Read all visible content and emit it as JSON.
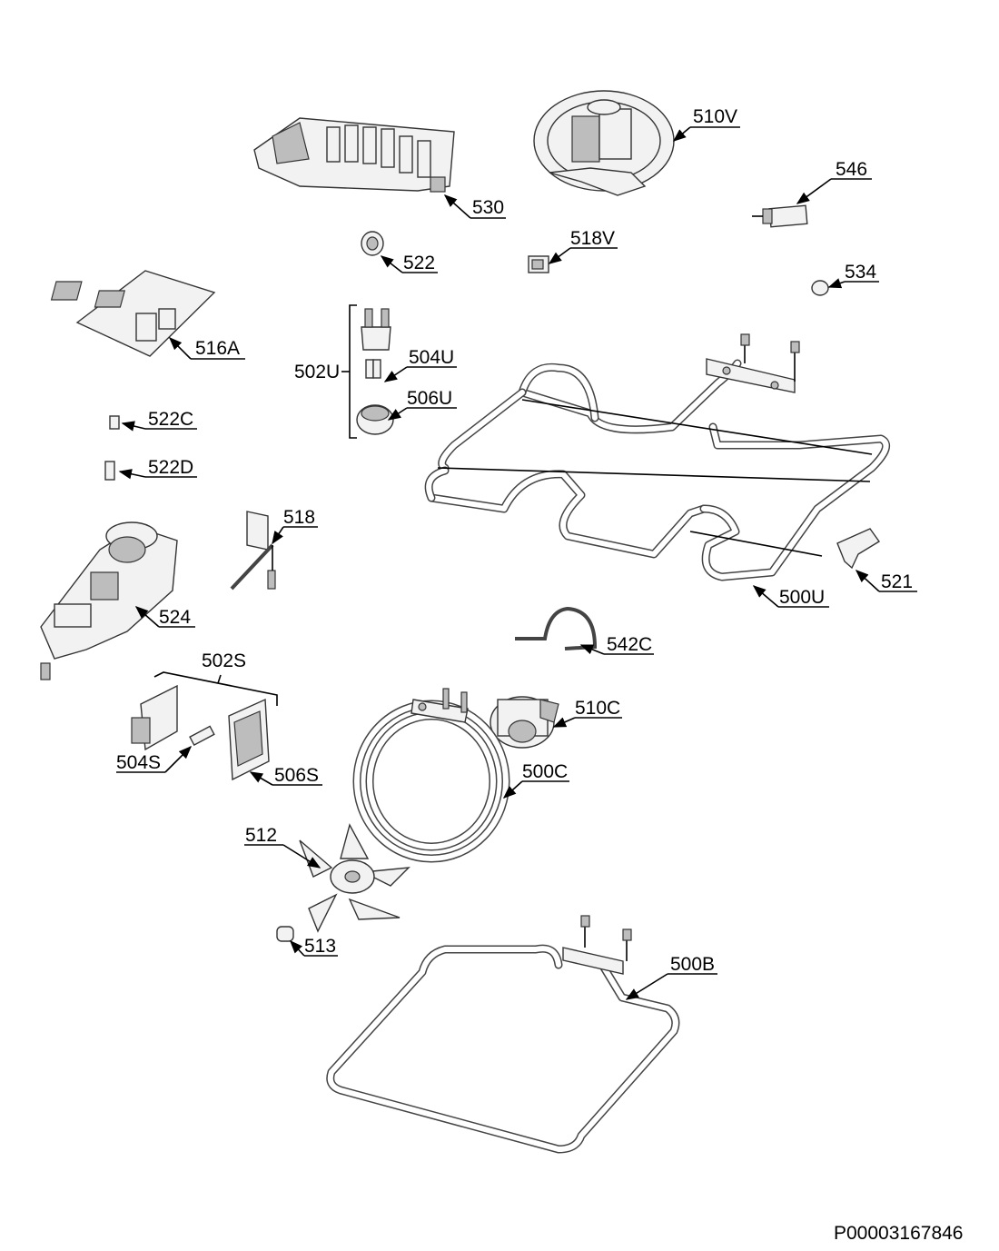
{
  "diagram": {
    "parts": [
      {
        "id": "p530",
        "label": "530"
      },
      {
        "id": "p510V",
        "label": "510V"
      },
      {
        "id": "p546",
        "label": "546"
      },
      {
        "id": "p522",
        "label": "522"
      },
      {
        "id": "p518V",
        "label": "518V"
      },
      {
        "id": "p534",
        "label": "534"
      },
      {
        "id": "p516A",
        "label": "516A"
      },
      {
        "id": "p502U",
        "label": "502U"
      },
      {
        "id": "p504U",
        "label": "504U"
      },
      {
        "id": "p506U",
        "label": "506U"
      },
      {
        "id": "p522C",
        "label": "522C"
      },
      {
        "id": "p522D",
        "label": "522D"
      },
      {
        "id": "p518",
        "label": "518"
      },
      {
        "id": "p524",
        "label": "524"
      },
      {
        "id": "p500U",
        "label": "500U"
      },
      {
        "id": "p521",
        "label": "521"
      },
      {
        "id": "p542C",
        "label": "542C"
      },
      {
        "id": "p502S",
        "label": "502S"
      },
      {
        "id": "p510C",
        "label": "510C"
      },
      {
        "id": "p504S",
        "label": "504S"
      },
      {
        "id": "p506S",
        "label": "506S"
      },
      {
        "id": "p500C",
        "label": "500C"
      },
      {
        "id": "p512",
        "label": "512"
      },
      {
        "id": "p513",
        "label": "513"
      },
      {
        "id": "p500B",
        "label": "500B"
      }
    ],
    "reference_code": "P00003167846"
  }
}
